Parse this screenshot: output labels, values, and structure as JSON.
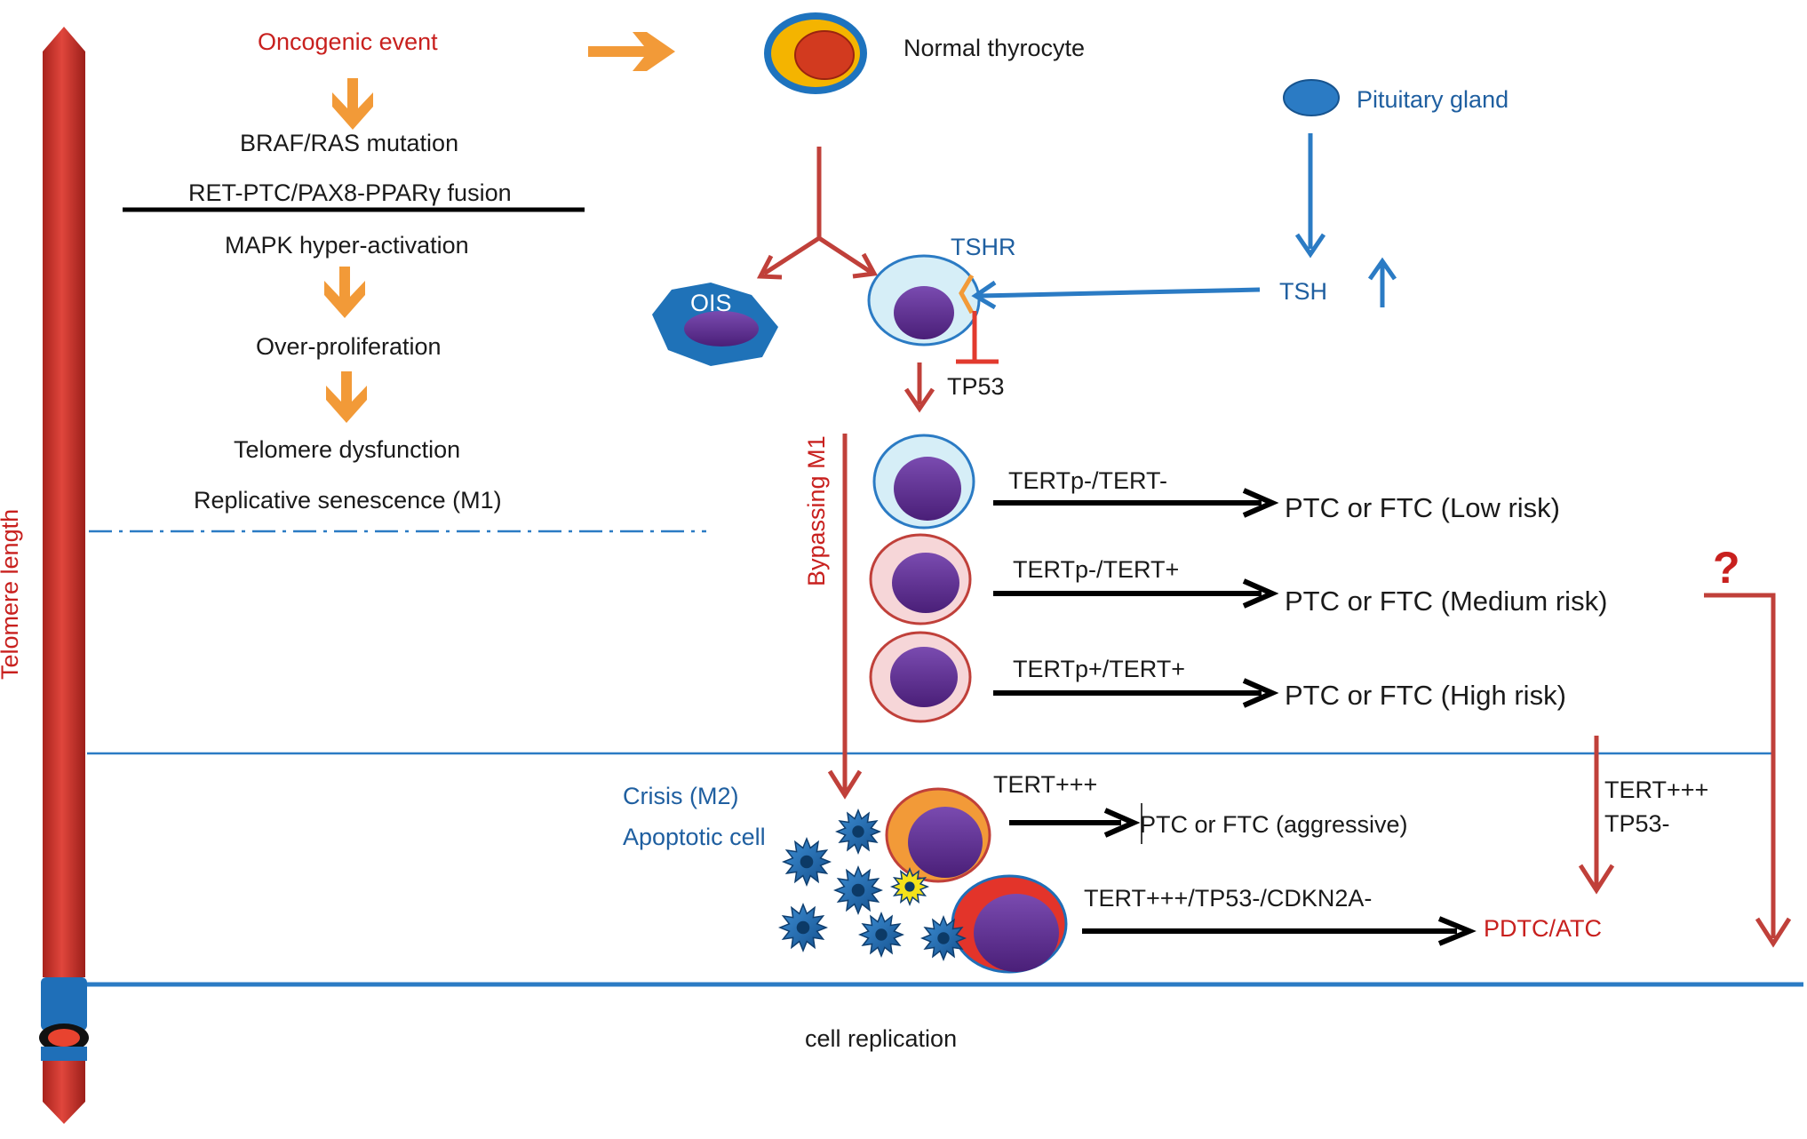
{
  "colors": {
    "orange_arrow": "#f29a38",
    "red_arrow": "#c0403a",
    "blue_arrow": "#2b7bc4",
    "black_arrow": "#000000",
    "telomere_red": "#c9342c",
    "cell_purple": "#5a2a8a",
    "cell_blue_fill": "#d6eef7",
    "cell_pink_fill": "#f6d6d8",
    "ois_blue": "#1f72b8",
    "thyrocyte_orange": "#f4b400",
    "thyrocyte_blue_ring": "#1e73be"
  },
  "telomere": {
    "axis_label": "Telomere length"
  },
  "left_pathway": {
    "oncogenic_event": "Oncogenic event",
    "braf_ras": "BRAF/RAS mutation",
    "ret_ptc": "RET-PTC/PAX8-PPARγ fusion",
    "mapk": "MAPK hyper-activation",
    "over_proliferation": "Over-proliferation",
    "telomere_dysfunction": "Telomere dysfunction",
    "replicative_senescence": "Replicative senescence (M1)"
  },
  "top": {
    "normal_thyrocyte": "Normal thyrocyte",
    "pituitary_gland": "Pituitary gland",
    "tshr": "TSHR",
    "tsh": "TSH",
    "ois": "OIS",
    "tp53": "TP53"
  },
  "middle": {
    "bypassing_m1": "Bypassing M1",
    "rows": [
      {
        "marker": "TERTp-/TERT-",
        "outcome": "PTC or FTC (Low risk)"
      },
      {
        "marker": "TERTp-/TERT+",
        "outcome": "PTC or FTC (Medium risk)"
      },
      {
        "marker": "TERTp+/TERT+",
        "outcome": "PTC or FTC (High risk)"
      }
    ],
    "question_mark": "?"
  },
  "bottom": {
    "crisis": "Crisis (M2)",
    "apoptotic": "Apoptotic cell",
    "tert_aggr": "TERT+++",
    "aggressive": "PTC or FTC (aggressive)",
    "tert_tp53_cdkn2a": "TERT+++/TP53-/CDKN2A-",
    "pdtc_atc": "PDTC/ATC",
    "tert_side_1": "TERT+++",
    "tert_side_2": "TP53-",
    "cell_replication": "cell replication"
  }
}
